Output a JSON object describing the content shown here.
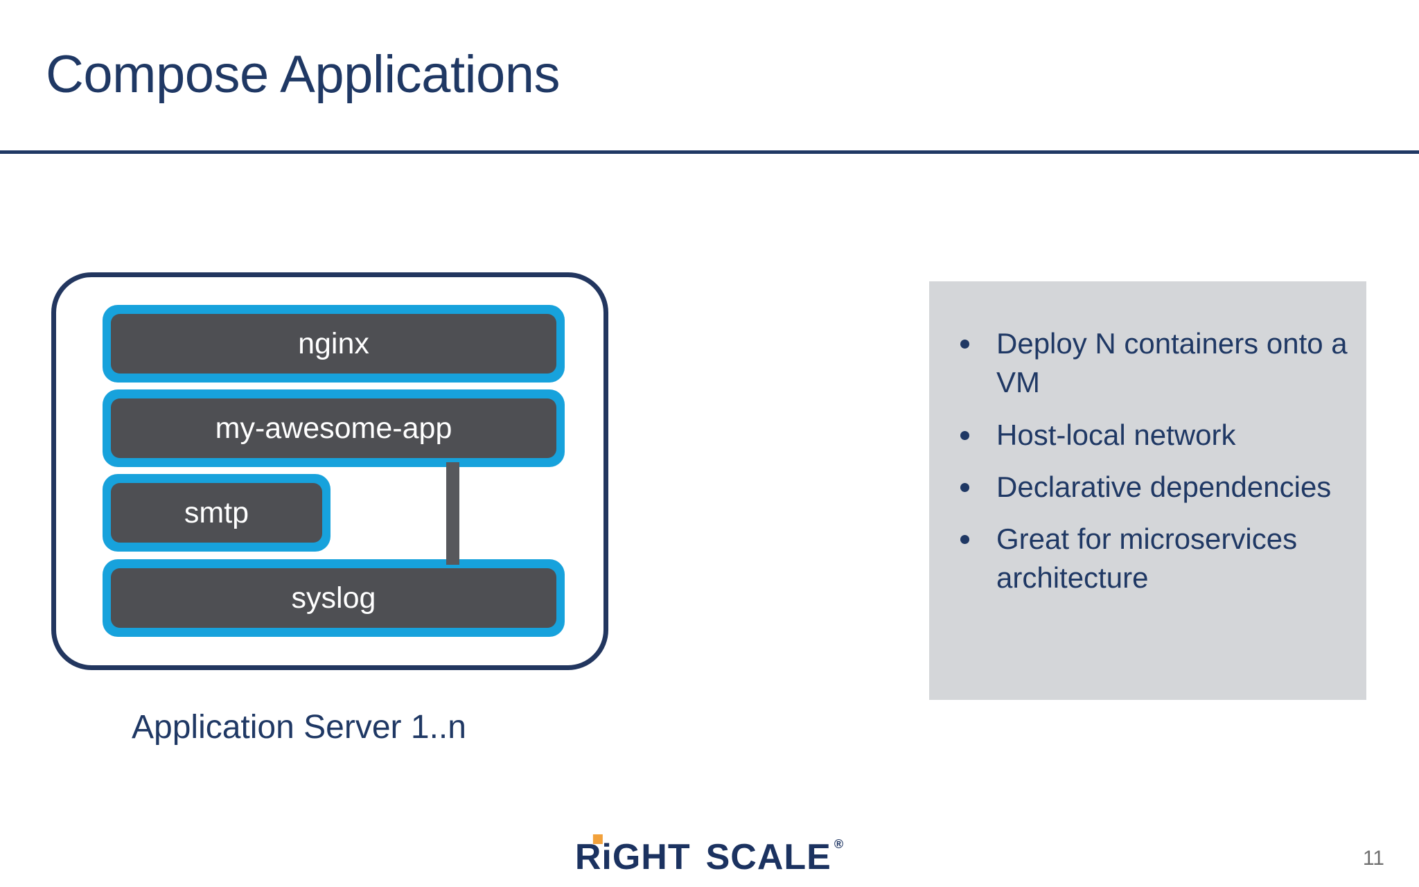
{
  "slide": {
    "title": "Compose Applications",
    "page_number": "11",
    "accent_navy": "#1F3864",
    "accent_cyan": "#17A2DC",
    "container_gray": "#4E4F53",
    "panel_gray": "#D4D6D9",
    "logo_orange": "#F2A13B"
  },
  "diagram": {
    "caption": "Application Server 1..n",
    "containers": [
      {
        "name": "nginx"
      },
      {
        "name": "my-awesome-app"
      },
      {
        "name": "smtp"
      },
      {
        "name": "syslog"
      }
    ]
  },
  "features": {
    "items": [
      "Deploy N containers onto a VM",
      "Host-local network",
      "Declarative dependencies",
      "Great for microservices architecture"
    ]
  },
  "footer": {
    "logo_part1": "RiGHT",
    "logo_part2": "SCALE",
    "logo_trademark": "®"
  }
}
